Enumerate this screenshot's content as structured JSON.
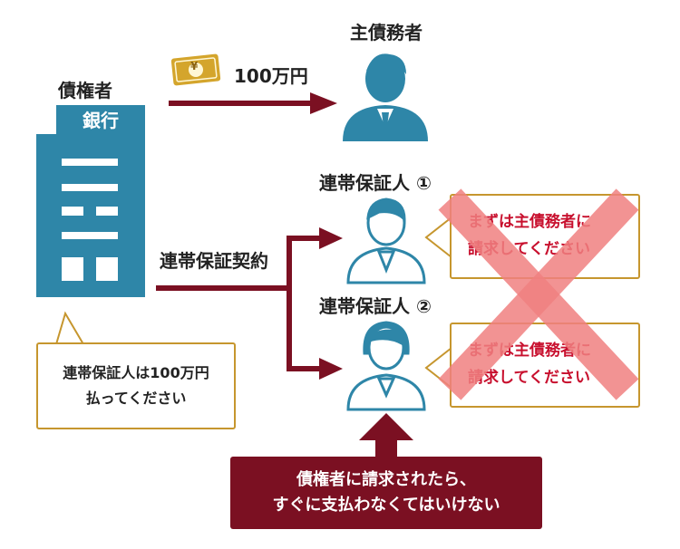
{
  "creditor": {
    "title": "債権者",
    "bank_label": "銀行"
  },
  "principal_debtor": {
    "title": "主債務者"
  },
  "payment": {
    "amount": "100万円",
    "yen_symbol": "¥"
  },
  "contract": {
    "label": "連帯保証契約"
  },
  "guarantor1": {
    "title": "連帯保証人 ①",
    "reply_line1": "まずは主債務者に",
    "reply_line2": "請求してください"
  },
  "guarantor2": {
    "title": "連帯保証人 ②",
    "reply_line1": "まずは主債務者に",
    "reply_line2": "請求してください"
  },
  "bank_demand": {
    "line1": "連帯保証人は100万円",
    "line2": "払ってください"
  },
  "conclusion": {
    "line1": "債権者に請求されたら、",
    "line2": "すぐに支払わなくてはいけない"
  },
  "colors": {
    "teal": "#2e86a8",
    "arrow": "#7b1022",
    "bubble_border": "#c6962e",
    "cross": "#f08080",
    "reply_text": "#c8102e",
    "money_gold": "#d4a52c"
  }
}
